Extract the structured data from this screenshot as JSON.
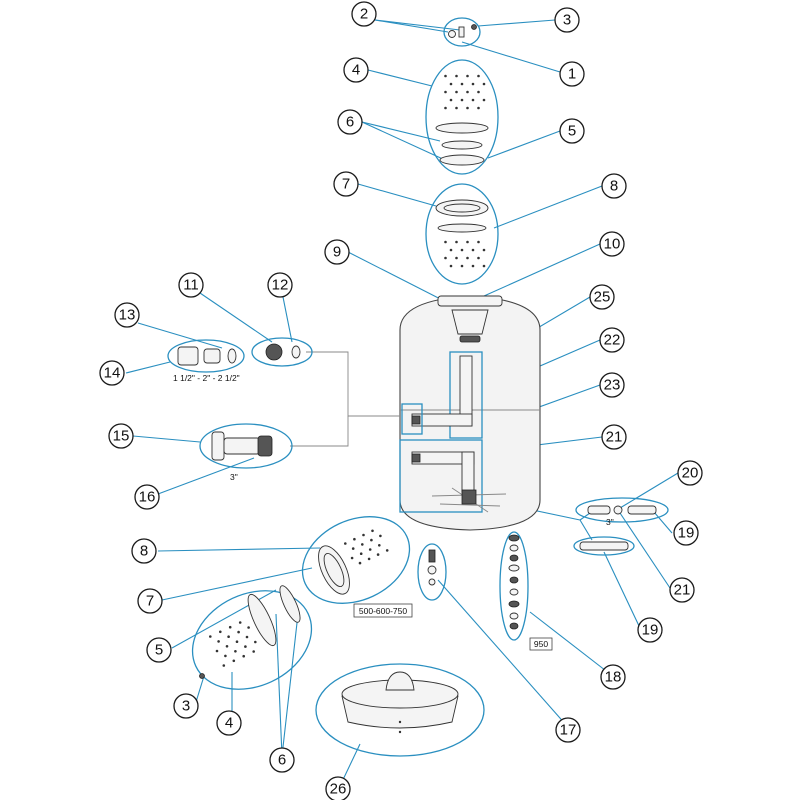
{
  "callouts": [
    {
      "id": "c1",
      "label": "1"
    },
    {
      "id": "c2",
      "label": "2"
    },
    {
      "id": "c3a",
      "label": "3"
    },
    {
      "id": "c3b",
      "label": "3"
    },
    {
      "id": "c4a",
      "label": "4"
    },
    {
      "id": "c4b",
      "label": "4"
    },
    {
      "id": "c5a",
      "label": "5"
    },
    {
      "id": "c5b",
      "label": "5"
    },
    {
      "id": "c6a",
      "label": "6"
    },
    {
      "id": "c6b",
      "label": "6"
    },
    {
      "id": "c7a",
      "label": "7"
    },
    {
      "id": "c7b",
      "label": "7"
    },
    {
      "id": "c8a",
      "label": "8"
    },
    {
      "id": "c8b",
      "label": "8"
    },
    {
      "id": "c9",
      "label": "9"
    },
    {
      "id": "c10",
      "label": "10"
    },
    {
      "id": "c11",
      "label": "11"
    },
    {
      "id": "c12",
      "label": "12"
    },
    {
      "id": "c13",
      "label": "13"
    },
    {
      "id": "c14",
      "label": "14"
    },
    {
      "id": "c15",
      "label": "15"
    },
    {
      "id": "c16",
      "label": "16"
    },
    {
      "id": "c17",
      "label": "17"
    },
    {
      "id": "c18",
      "label": "18"
    },
    {
      "id": "c19a",
      "label": "19"
    },
    {
      "id": "c19b",
      "label": "19"
    },
    {
      "id": "c20",
      "label": "20"
    },
    {
      "id": "c21a",
      "label": "21"
    },
    {
      "id": "c21b",
      "label": "21"
    },
    {
      "id": "c22",
      "label": "22"
    },
    {
      "id": "c23",
      "label": "23"
    },
    {
      "id": "c25",
      "label": "25"
    },
    {
      "id": "c26",
      "label": "26"
    }
  ],
  "captions": {
    "union_sizes": "1 1/2\" - 2\" - 2 1/2\"",
    "union_3in": "3\"",
    "collector_3in": "3\"",
    "models_small": "500-600-750",
    "model_large": "950"
  }
}
